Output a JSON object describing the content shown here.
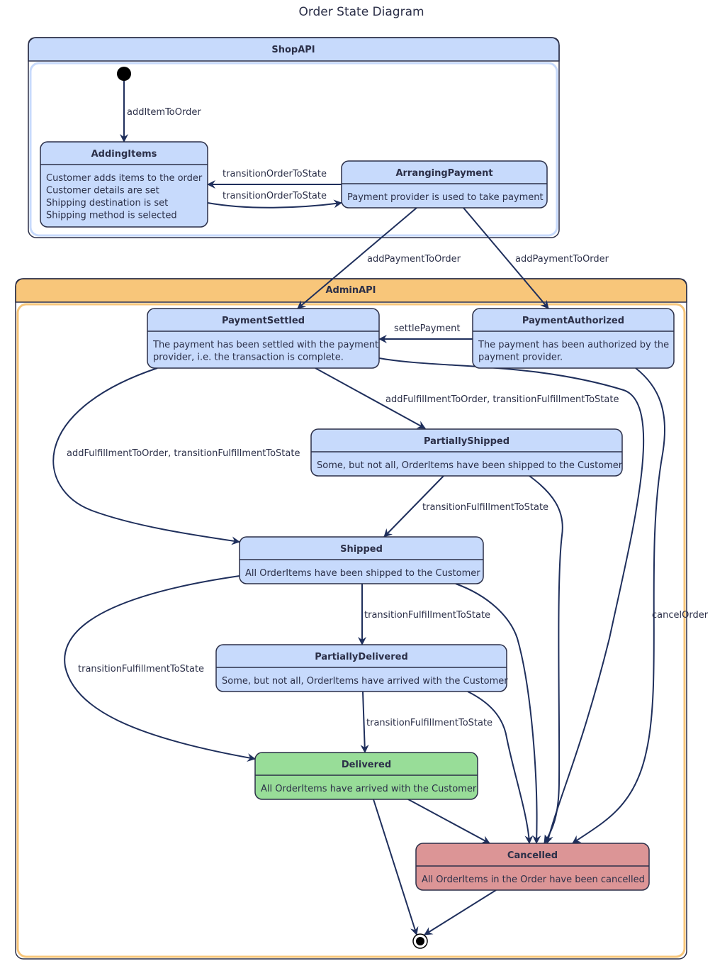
{
  "title": "Order State Diagram",
  "packages": {
    "shop": {
      "name": "ShopAPI",
      "color": "#c7dafc"
    },
    "admin": {
      "name": "AdminAPI",
      "color": "#f8c67a"
    }
  },
  "colors": {
    "state": "#c7dafc",
    "delivered": "#98dd98",
    "cancelled": "#dc9596",
    "border": "#2b2f48",
    "edge": "#1f2f5c"
  },
  "states": {
    "adding_items": {
      "name": "AddingItems",
      "desc": [
        "Customer adds items to the order",
        "Customer details are set",
        "Shipping destination is set",
        "Shipping method is selected"
      ]
    },
    "arranging_payment": {
      "name": "ArrangingPayment",
      "desc": [
        "Payment provider is used to take payment"
      ]
    },
    "payment_settled": {
      "name": "PaymentSettled",
      "desc": [
        "The payment has been settled with the payment",
        "provider, i.e. the transaction is complete."
      ]
    },
    "payment_authorized": {
      "name": "PaymentAuthorized",
      "desc": [
        "The payment has been authorized by the",
        "payment provider."
      ]
    },
    "partially_shipped": {
      "name": "PartiallyShipped",
      "desc": [
        "Some, but not all, OrderItems have been shipped to the Customer"
      ]
    },
    "shipped": {
      "name": "Shipped",
      "desc": [
        "All OrderItems have been shipped to the Customer"
      ]
    },
    "partially_delivered": {
      "name": "PartiallyDelivered",
      "desc": [
        "Some, but not all, OrderItems have arrived with the Customer"
      ]
    },
    "delivered": {
      "name": "Delivered",
      "desc": [
        "All OrderItems have arrived with the Customer"
      ]
    },
    "cancelled": {
      "name": "Cancelled",
      "desc": [
        "All OrderItems in the Order have been cancelled"
      ]
    }
  },
  "transitions": {
    "start_to_adding": "addItemToOrder",
    "arranging_to_adding": "transitionOrderToState",
    "adding_to_arranging": "transitionOrderToState",
    "arranging_to_settled": "addPaymentToOrder",
    "arranging_to_authorized": "addPaymentToOrder",
    "authorized_to_settled": "settlePayment",
    "settled_to_partially_shipped": "addFulfillmentToOrder, transitionFulfillmentToState",
    "settled_to_shipped": "addFulfillmentToOrder, transitionFulfillmentToState",
    "partially_shipped_to_shipped": "transitionFulfillmentToState",
    "shipped_to_partially_delivered": "transitionFulfillmentToState",
    "shipped_to_delivered": "transitionFulfillmentToState",
    "partially_delivered_to_delivered": "transitionFulfillmentToState",
    "authorized_to_cancelled": "cancelOrder"
  }
}
